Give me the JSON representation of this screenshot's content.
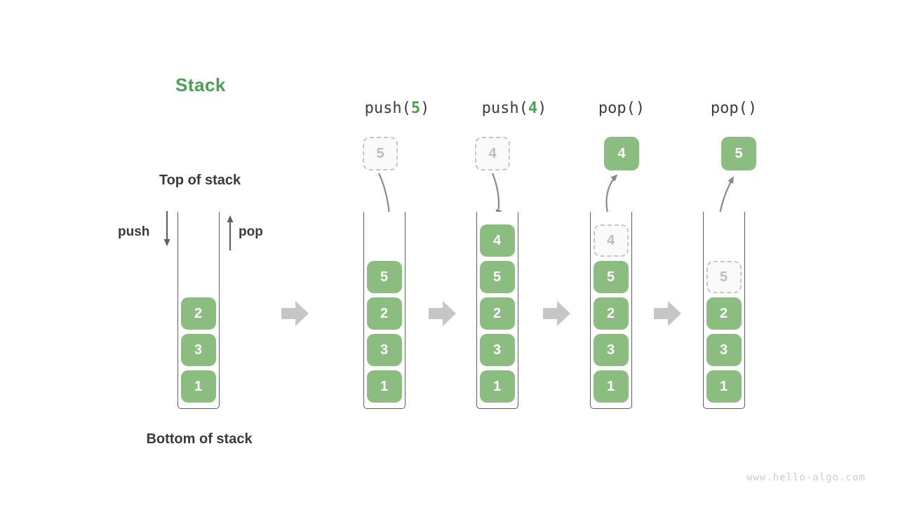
{
  "title": "Stack",
  "labels": {
    "top_of_stack": "Top of stack",
    "bottom_of_stack": "Bottom of stack",
    "push": "push",
    "pop": "pop"
  },
  "watermark": "www.hello-algo.com",
  "colors": {
    "title_green": "#4c9e52",
    "cell_green": "#8bbd80",
    "cell_text": "#ffffff",
    "ghost_border": "#c6c6c6",
    "ghost_text": "#bdbdbd",
    "curve_arrow_gray": "#8a8a8a",
    "block_arrow_gray": "#c6c6c6",
    "text_dark": "#3a3a3a",
    "watermark_gray": "#cdcdcd"
  },
  "operations": [
    {
      "name": "push-5",
      "prefix": "push(",
      "arg": "5",
      "suffix": ")"
    },
    {
      "name": "push-4",
      "prefix": "push(",
      "arg": "4",
      "suffix": ")"
    },
    {
      "name": "pop-first",
      "prefix": "pop()",
      "arg": "",
      "suffix": ""
    },
    {
      "name": "pop-second",
      "prefix": "pop()",
      "arg": "",
      "suffix": ""
    }
  ],
  "floating_boxes": [
    {
      "value": "5",
      "variant": "ghost"
    },
    {
      "value": "4",
      "variant": "ghost"
    },
    {
      "value": "4",
      "variant": "solid"
    },
    {
      "value": "5",
      "variant": "solid"
    }
  ],
  "stacks": [
    {
      "name": "stack-initial",
      "cells": [
        {
          "value": "2"
        },
        {
          "value": "3"
        },
        {
          "value": "1"
        }
      ]
    },
    {
      "name": "stack-after-push-5",
      "cells": [
        {
          "value": "5"
        },
        {
          "value": "2"
        },
        {
          "value": "3"
        },
        {
          "value": "1"
        }
      ]
    },
    {
      "name": "stack-after-push-4",
      "cells": [
        {
          "value": "4"
        },
        {
          "value": "5"
        },
        {
          "value": "2"
        },
        {
          "value": "3"
        },
        {
          "value": "1"
        }
      ]
    },
    {
      "name": "stack-after-pop-first",
      "cells": [
        {
          "value": "4",
          "ghost": true
        },
        {
          "value": "5"
        },
        {
          "value": "2"
        },
        {
          "value": "3"
        },
        {
          "value": "1"
        }
      ]
    },
    {
      "name": "stack-after-pop-second",
      "cells": [
        {
          "value": "5",
          "ghost": true
        },
        {
          "value": "2"
        },
        {
          "value": "3"
        },
        {
          "value": "1"
        }
      ]
    }
  ]
}
